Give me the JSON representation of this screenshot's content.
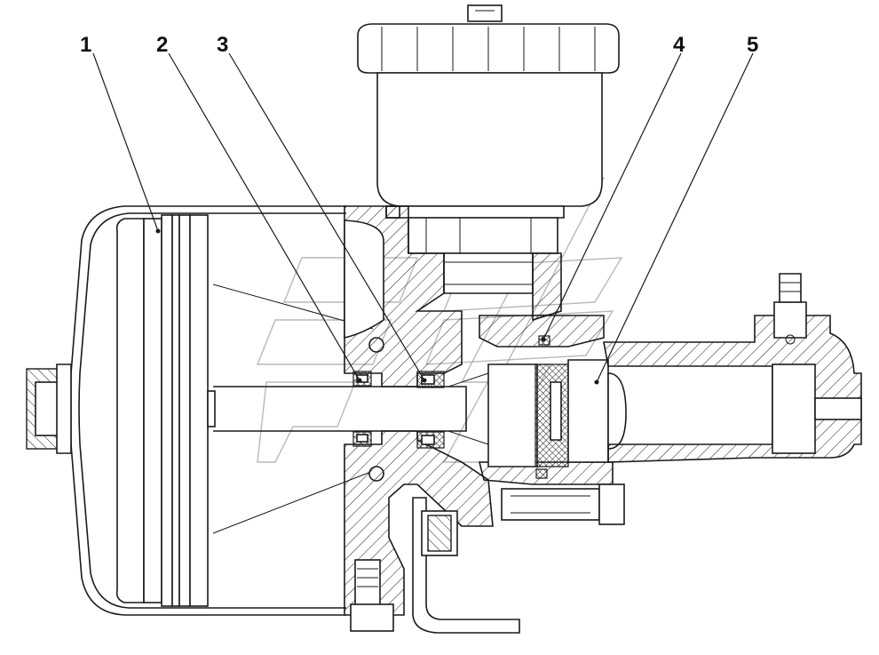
{
  "diagram": {
    "callouts": [
      {
        "id": "1",
        "label": "1"
      },
      {
        "id": "2",
        "label": "2"
      },
      {
        "id": "3",
        "label": "3"
      },
      {
        "id": "4",
        "label": "4"
      },
      {
        "id": "5",
        "label": "5"
      }
    ]
  },
  "colors": {
    "line": "#1a1a1a",
    "background": "#ffffff",
    "watermark": "#9a9a9a"
  }
}
